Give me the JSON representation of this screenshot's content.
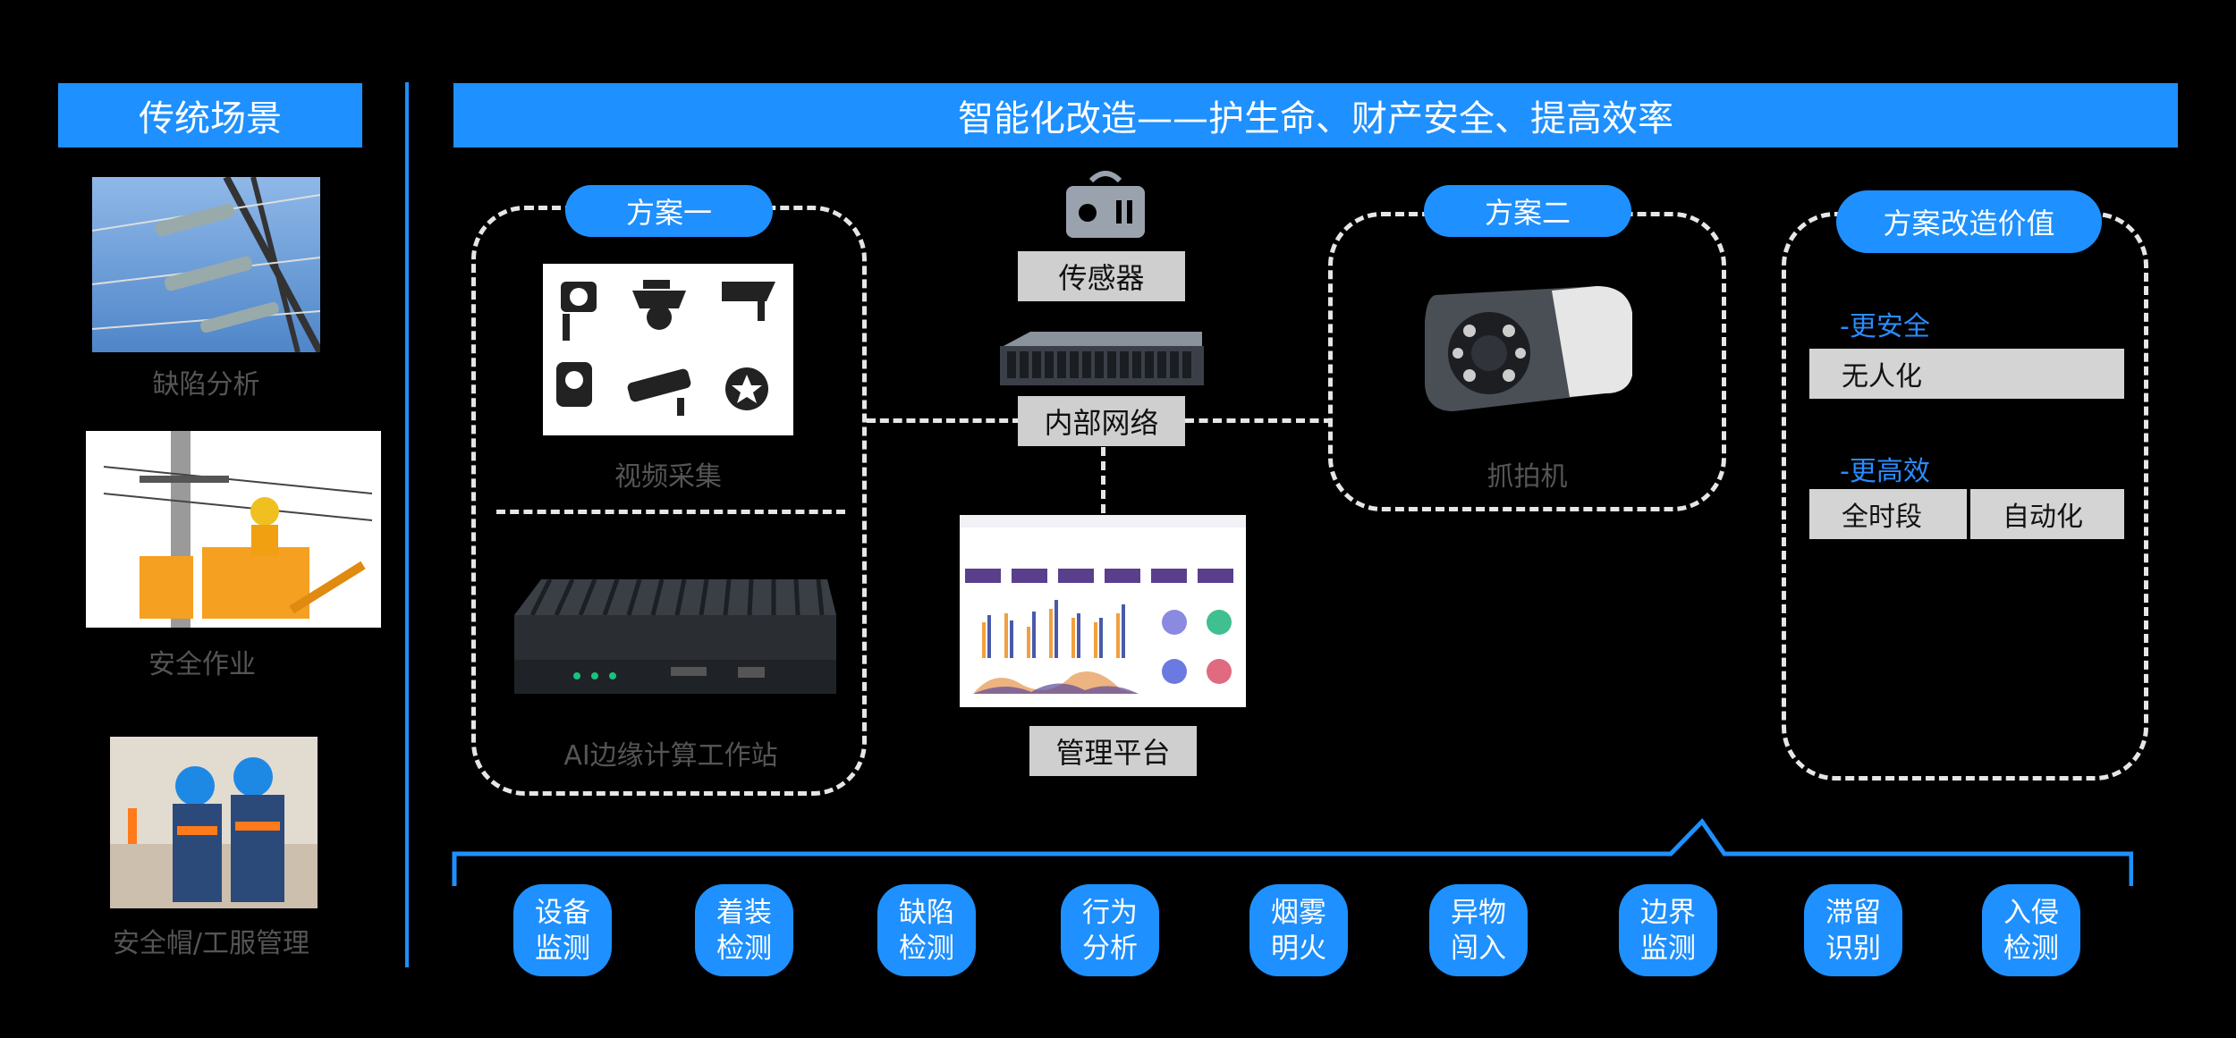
{
  "left": {
    "title": "传统场景",
    "items": [
      "缺陷分析",
      "安全作业",
      "安全帽/工服管理"
    ]
  },
  "header": {
    "title": "智能化改造——护生命、财产安全、提高效率"
  },
  "plan1": {
    "pill": "方案一",
    "video_label": "视频采集",
    "edge_label": "AI边缘计算工作站"
  },
  "center": {
    "sensor_label": "传感器",
    "network_label": "内部网络",
    "platform_label": "管理平台"
  },
  "plan2": {
    "pill": "方案二",
    "camera_label": "抓拍机"
  },
  "value": {
    "pill": "方案改造价值",
    "safer_title": "-更安全",
    "safer_items": [
      "无人化"
    ],
    "efficient_title": "-更高效",
    "efficient_items": [
      "全时段",
      "自动化"
    ]
  },
  "capabilities": [
    {
      "line1": "设备",
      "line2": "监测"
    },
    {
      "line1": "着装",
      "line2": "检测"
    },
    {
      "line1": "缺陷",
      "line2": "检测"
    },
    {
      "line1": "行为",
      "line2": "分析"
    },
    {
      "line1": "烟雾",
      "line2": "明火"
    },
    {
      "line1": "异物",
      "line2": "闯入"
    },
    {
      "line1": "边界",
      "line2": "监测"
    },
    {
      "line1": "滞留",
      "line2": "识别"
    },
    {
      "line1": "入侵",
      "line2": "检测"
    }
  ],
  "colors": {
    "accent": "#1e90ff",
    "background": "#000000",
    "label_gray": "#555555",
    "box_gray": "#cfcfcf"
  }
}
